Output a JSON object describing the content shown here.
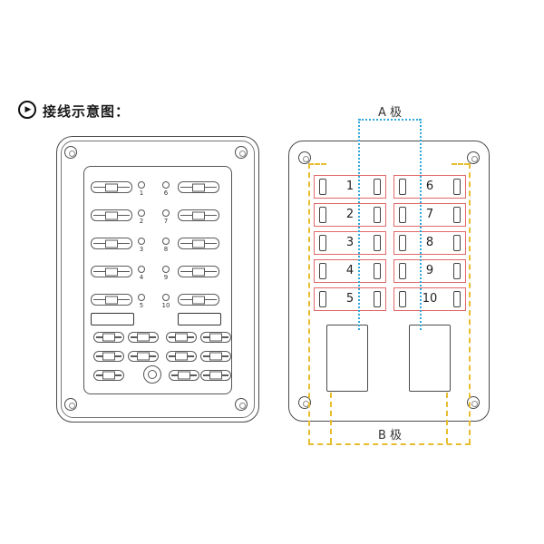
{
  "header": {
    "title": "接线示意图："
  },
  "icons": {
    "play_icon": "▶"
  },
  "labels": {
    "pole_a": "A 极",
    "pole_b": "B 极"
  },
  "left_panel": {
    "numbers_left": [
      "1",
      "2",
      "3",
      "4",
      "5"
    ],
    "numbers_right": [
      "6",
      "7",
      "8",
      "9",
      "10"
    ]
  },
  "right_panel": {
    "cells_left": [
      "1",
      "2",
      "3",
      "4",
      "5"
    ],
    "cells_right": [
      "6",
      "7",
      "8",
      "9",
      "10"
    ]
  },
  "colors": {
    "cell_red": "#e26868",
    "pole_a_blue": "#2fa8dc",
    "pole_b_yellow": "#e7bd2f",
    "line_dark": "#4a4a4a"
  }
}
